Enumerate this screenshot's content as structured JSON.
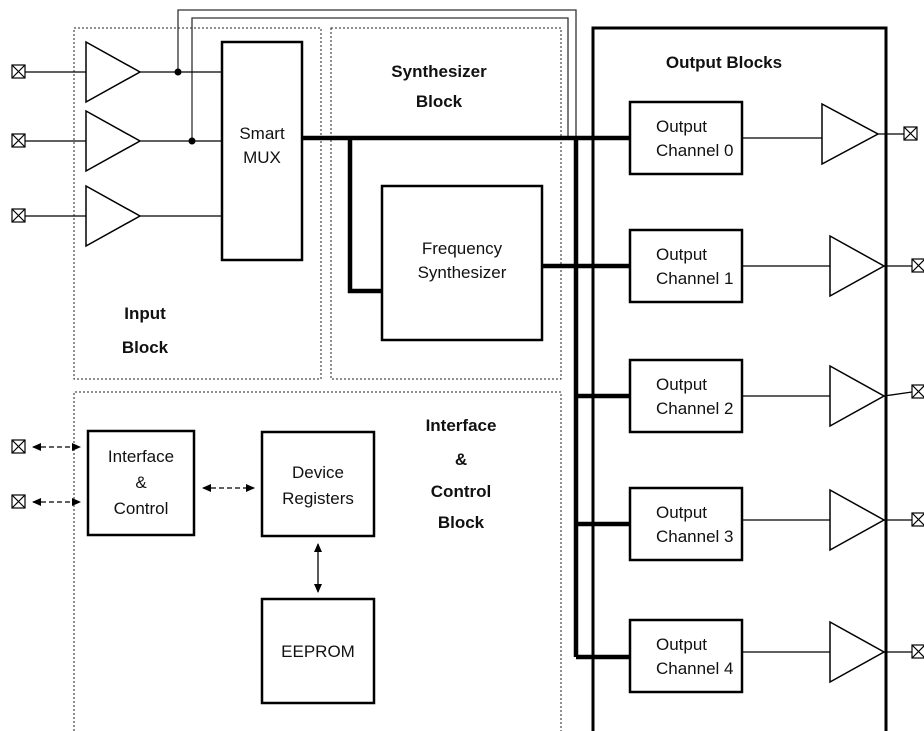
{
  "blocks": {
    "input": [
      "Input",
      "Block"
    ],
    "synth": [
      "Synthesizer",
      "Block"
    ],
    "interface": [
      "Interface",
      "&",
      "Control",
      "Block"
    ],
    "outputs": "Output Blocks"
  },
  "components": {
    "smart_mux": [
      "Smart",
      "MUX"
    ],
    "freq_synth": [
      "Frequency",
      "Synthesizer"
    ],
    "if_control": [
      "Interface",
      "&",
      "Control"
    ],
    "device_regs": [
      "Device",
      "Registers"
    ],
    "eeprom": "EEPROM"
  },
  "channels": [
    [
      "Output",
      "Channel 0"
    ],
    [
      "Output",
      "Channel 1"
    ],
    [
      "Output",
      "Channel 2"
    ],
    [
      "Output",
      "Channel 3"
    ],
    [
      "Output",
      "Channel 4"
    ]
  ]
}
